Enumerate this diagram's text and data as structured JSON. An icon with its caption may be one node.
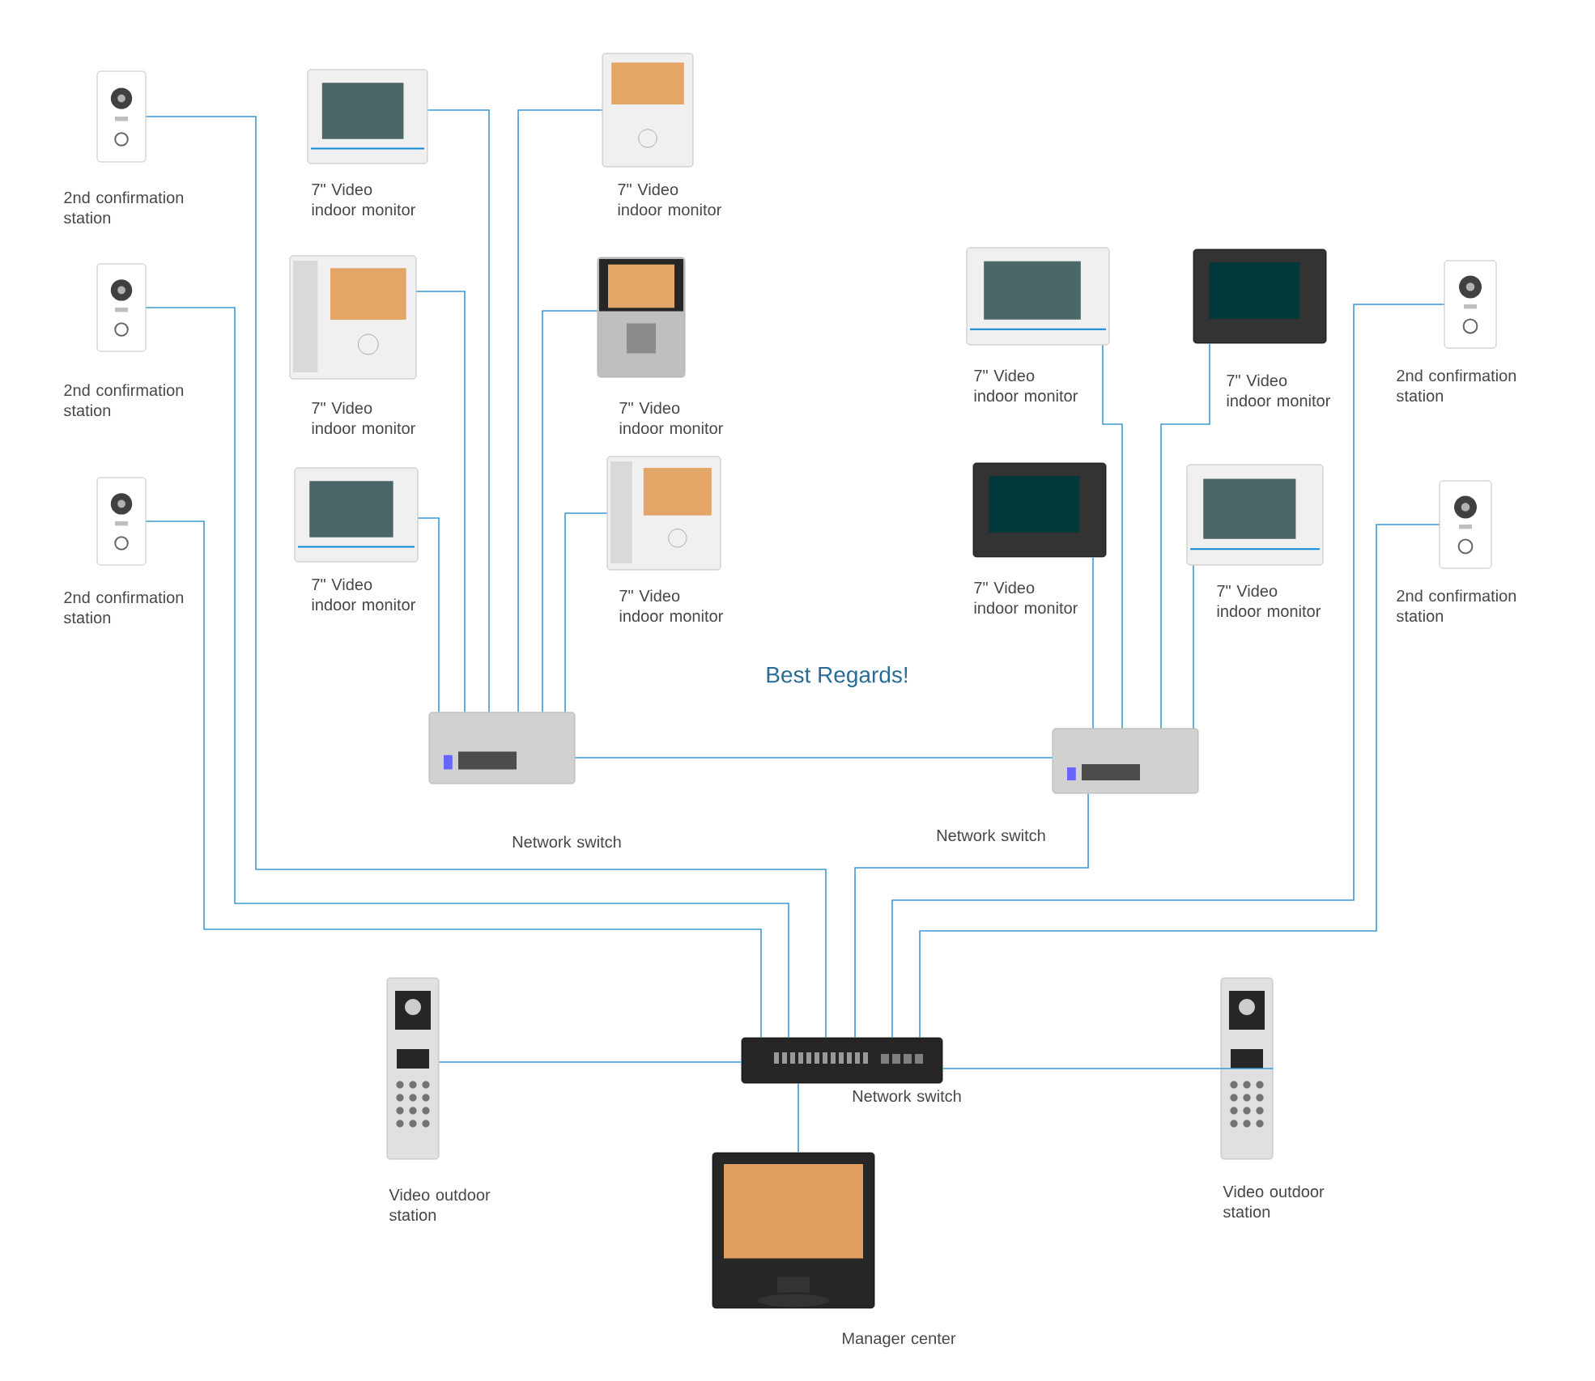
{
  "diagram": {
    "nodes": [
      {
        "text": [],
        "shape": "picture",
        "beside": [
          "2nd confirmation station"
        ]
      },
      {
        "text": [],
        "shape": "picture",
        "beside": [
          "2nd confirmation station"
        ]
      },
      {
        "text": [],
        "shape": "picture",
        "beside": [
          "2nd confirmation station"
        ]
      },
      {
        "text": [],
        "shape": "picture",
        "beside": [
          "7\" Video indoor monitor"
        ]
      },
      {
        "text": [],
        "shape": "picture",
        "beside": [
          "7\" Video indoor monitor"
        ]
      },
      {
        "text": [],
        "shape": "picture",
        "beside": [
          "7\" Video indoor monitor"
        ]
      },
      {
        "text": [],
        "shape": "picture",
        "beside": [
          "7\" Video indoor monitor"
        ]
      },
      {
        "text": [],
        "shape": "picture",
        "beside": [
          "7\" Video indoor monitor"
        ]
      },
      {
        "text": [],
        "shape": "picture",
        "beside": [
          "7\" Video indoor monitor"
        ]
      },
      {
        "text": [],
        "shape": "picture",
        "beside": [
          "Network switch"
        ]
      },
      {
        "text": [],
        "shape": "picture",
        "beside": [
          "7\" Video indoor monitor"
        ]
      },
      {
        "text": [],
        "shape": "picture",
        "beside": [
          "7\" Video indoor monitor"
        ]
      },
      {
        "text": [],
        "shape": "picture",
        "beside": [
          "2nd confirmation station"
        ]
      },
      {
        "text": [],
        "shape": "picture",
        "beside": [
          "7\" Video indoor monitor"
        ]
      },
      {
        "text": [],
        "shape": "picture",
        "beside": [
          "7\" Video indoor monitor"
        ]
      },
      {
        "text": [],
        "shape": "picture",
        "beside": [
          "2nd confirmation station"
        ]
      },
      {
        "text": [],
        "shape": "picture",
        "beside": [
          "Network switch"
        ]
      },
      {
        "text": [],
        "shape": "picture",
        "beside": [
          "Video outdoor station"
        ]
      },
      {
        "text": [],
        "shape": "picture",
        "beside": [
          "Network switch"
        ]
      },
      {
        "text": [],
        "shape": "picture",
        "beside": [
          "Video outdoor station"
        ]
      },
      {
        "text": [],
        "shape": "picture",
        "beside": [
          "Manager center"
        ]
      }
    ],
    "edges": [
      {
        "from": 3,
        "to": 9,
        "arrow": "none"
      },
      {
        "from": 4,
        "to": 9,
        "arrow": "none"
      },
      {
        "from": 5,
        "to": 9,
        "arrow": "none"
      },
      {
        "from": 6,
        "to": 9,
        "arrow": "none"
      },
      {
        "from": 7,
        "to": 9,
        "arrow": "none"
      },
      {
        "from": 8,
        "to": 9,
        "arrow": "none"
      },
      {
        "from": 10,
        "to": 16,
        "arrow": "none"
      },
      {
        "from": 11,
        "to": 16,
        "arrow": "none"
      },
      {
        "from": 13,
        "to": 16,
        "arrow": "none"
      },
      {
        "from": 14,
        "to": 16,
        "arrow": "none"
      },
      {
        "from": 9,
        "to": 16,
        "arrow": "none"
      },
      {
        "from": 0,
        "to": 18,
        "arrow": "none"
      },
      {
        "from": 1,
        "to": 18,
        "arrow": "none"
      },
      {
        "from": 2,
        "to": 18,
        "arrow": "none"
      },
      {
        "from": 16,
        "to": 18,
        "arrow": "none"
      },
      {
        "from": 12,
        "to": 18,
        "arrow": "none"
      },
      {
        "from": 15,
        "to": 18,
        "arrow": "none"
      },
      {
        "from": 17,
        "to": 18,
        "arrow": "none"
      },
      {
        "from": 19,
        "to": 18,
        "arrow": "none"
      },
      {
        "from": 18,
        "to": 20,
        "arrow": "none"
      }
    ],
    "labels": [
      "Best Regards!"
    ]
  }
}
